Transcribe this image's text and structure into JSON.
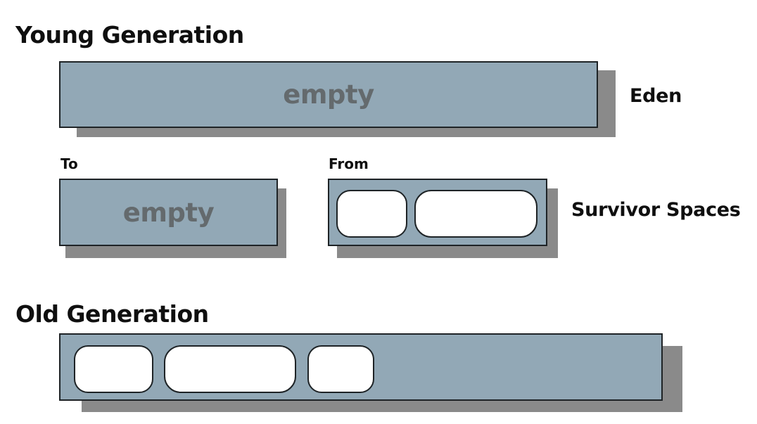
{
  "young_generation": {
    "title": "Young Generation",
    "eden": {
      "label": "Eden",
      "content": "empty"
    },
    "survivor_spaces": {
      "label": "Survivor Spaces",
      "to": {
        "label": "To",
        "content": "empty"
      },
      "from": {
        "label": "From"
      }
    }
  },
  "old_generation": {
    "title": "Old Generation"
  },
  "colors": {
    "region_fill": "#92a8b6",
    "shadow": "#8a8a8a",
    "empty_text": "#646a6d",
    "object_fill": "#ffffff",
    "outline": "#1e2326"
  }
}
